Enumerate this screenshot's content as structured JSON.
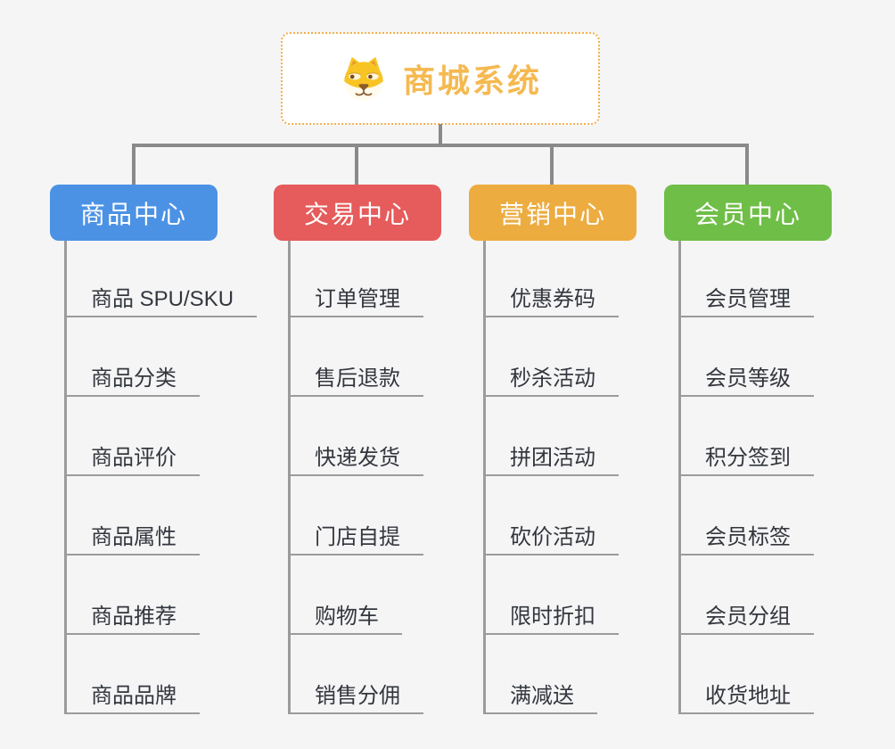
{
  "page": {
    "background_color": "#F5F5F6",
    "connector_color": "#8A8A8A"
  },
  "root": {
    "label": "商城系统",
    "icon": "dog-face-icon",
    "text_color": "#F5B950",
    "border_color": "#F4B04C"
  },
  "branches": [
    {
      "label": "商品中心",
      "color": "#4B92E5",
      "children": [
        "商品 SPU/SKU",
        "商品分类",
        "商品评价",
        "商品属性",
        "商品推荐",
        "商品品牌"
      ]
    },
    {
      "label": "交易中心",
      "color": "#E65B5B",
      "children": [
        "订单管理",
        "售后退款",
        "快递发货",
        "门店自提",
        "购物车",
        "销售分佣"
      ]
    },
    {
      "label": "营销中心",
      "color": "#EDAC40",
      "children": [
        "优惠券码",
        "秒杀活动",
        "拼团活动",
        "砍价活动",
        "限时折扣",
        "满减送"
      ]
    },
    {
      "label": "会员中心",
      "color": "#6FBE47",
      "children": [
        "会员管理",
        "会员等级",
        "积分签到",
        "会员标签",
        "会员分组",
        "收货地址"
      ]
    }
  ]
}
